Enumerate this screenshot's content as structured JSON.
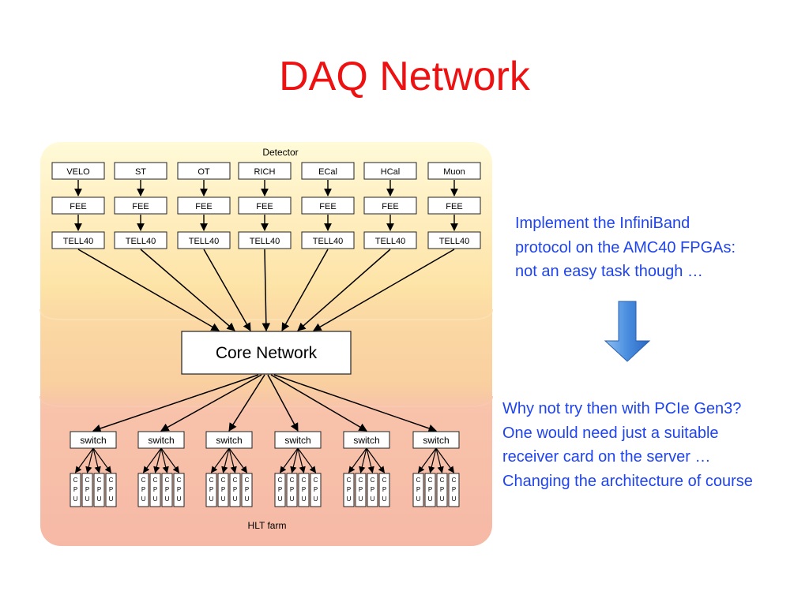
{
  "title": "DAQ Network",
  "diagram": {
    "header": "Detector",
    "footer": "HLT farm",
    "subdetectors": [
      "VELO",
      "ST",
      "OT",
      "RICH",
      "ECal",
      "HCal",
      "Muon"
    ],
    "fee_label": "FEE",
    "tell_label": "TELL40",
    "core_label": "Core Network",
    "switch_label": "switch",
    "switch_count": 6,
    "cpu_per_switch": 4,
    "cpu_letters": [
      "C",
      "P",
      "U"
    ],
    "colors": {
      "band_top": "#fff0c4",
      "band_mid": "#fbd6a0",
      "band_bottom": "#f8c0a8",
      "box_fill": "#ffffff",
      "arrow": "#000000"
    }
  },
  "notes": {
    "top": [
      "Implement the InfiniBand",
      "protocol on the AMC40 FPGAs:",
      "not an easy task though  …"
    ],
    "bottom": [
      "Why not try then with PCIe Gen3?",
      "One would need just a suitable",
      "receiver  card on the server …",
      "Changing the architecture of course"
    ]
  },
  "colors": {
    "title": "#ee1111",
    "note_text": "#1f44ee",
    "down_arrow": "#3b7fd4"
  }
}
